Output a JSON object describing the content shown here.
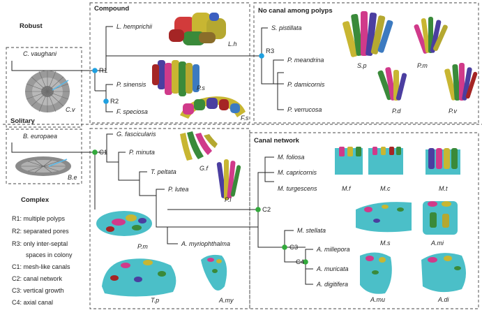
{
  "labels": {
    "robust": "Robust",
    "solitary": "Solitary",
    "complex": "Complex",
    "compound": "Compound",
    "no_canal": "No canal among polyps",
    "canal_network": "Canal network"
  },
  "taxa": {
    "c_vaughani": "C. vaughani",
    "b_europaea": "B. europaea",
    "l_hemprichii": "L. hemprichii",
    "p_sinensis": "P. sinensis",
    "f_speciosa": "F. speciosa",
    "s_pistillata": "S. pistillata",
    "p_meandrina": "P. meandrina",
    "p_damicornis": "P. damicornis",
    "p_verrucosa": "P. verrucosa",
    "g_fascicularis": "G. fascicularis",
    "p_minuta": "P. minuta",
    "t_peltata": "T. peltata",
    "p_lutea": "P. lutea",
    "a_myriophthalma": "A. myriophthalma",
    "m_foliosa": "M. foliosa",
    "m_capricornis": "M. capricornis",
    "m_turgescens": "M. turgescens",
    "m_stellata": "M. stellata",
    "a_millepora": "A. millepora",
    "a_muricata": "A. muricata",
    "a_digitifera": "A. digitifera"
  },
  "nodes": {
    "r1": "R1",
    "r2": "R2",
    "r3": "R3",
    "c1": "C1",
    "c2": "C2",
    "c3": "C3",
    "c4": "C4"
  },
  "image_labels": {
    "cv": "C.v",
    "be": "B.e",
    "lh": "L.h",
    "ps": "P.s",
    "fs": "F.s",
    "sp": "S.p",
    "pm_top": "P.m",
    "pd": "P.d",
    "pv": "P.v",
    "gf": "G.f",
    "pl": "P.l",
    "pm_bottom": "P.m",
    "tp": "T.p",
    "amy": "A.my",
    "mf": "M.f",
    "mc": "M.c",
    "mt": "M.t",
    "ms": "M.s",
    "ami": "A.mi",
    "amu": "A.mu",
    "adi": "A.di"
  },
  "legend": [
    {
      "key": "R1:",
      "text": "multiple polyps"
    },
    {
      "key": "R2:",
      "text": "separated pores"
    },
    {
      "key": "R3:",
      "text": "only inter-septal"
    },
    {
      "key": "",
      "text": "spaces in colony"
    },
    {
      "key": "C1:",
      "text": "mesh-like canals"
    },
    {
      "key": "C2:",
      "text": "canal network"
    },
    {
      "key": "C3:",
      "text": "vertical growth"
    },
    {
      "key": "C4:",
      "text": "axial canal"
    }
  ],
  "colors": {
    "robust_node": "#1fa0e0",
    "complex_node": "#33aa3c",
    "canal_teal": "#4bbfc8",
    "line": "#222222"
  }
}
